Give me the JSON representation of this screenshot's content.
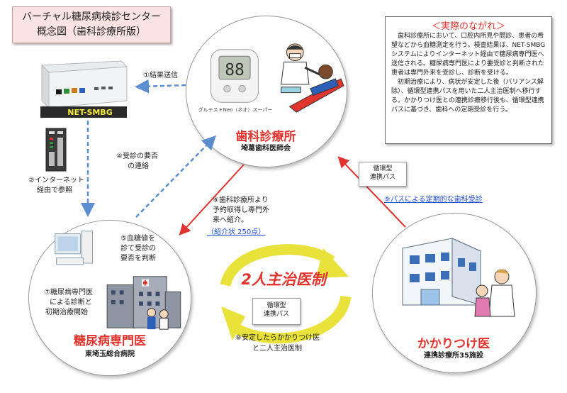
{
  "title": {
    "line1": "バーチャル糖尿病検診センター",
    "line2": "概念図（歯科診療所版）"
  },
  "flow": {
    "heading": "＜実際のながれ＞",
    "para1": "歯科診療所において、口腔内所見や問診、患者の希望などから血糖測定を行う。検査結果は、NET-SMBGシステムによりインターネット経由で糖尿病専門医へ送信される。糖尿病専門医により要受診と判断された患者は専門外来を受診し、診断を受ける。",
    "para2": "初期治療により、病状が安定した後（バリアンス解除）、循環型連携パスを用いた二人主治医制へ移行する。かかりつけ医との連携診療移行後も、循環型連携パスに基づき、歯科への定期受診を行う。"
  },
  "device": {
    "label": "NET-SMBG"
  },
  "dental": {
    "title": "歯科診療所",
    "sub": "埼葛歯科医師会",
    "meter_display": "88",
    "meter_caption": "グルテストNeo（ネオ）スーパー"
  },
  "hospital": {
    "title": "糖尿病専門医",
    "sub": "東埼玉総合病院",
    "step5_l1": "⑤血糖値を",
    "step5_l2": "診て受診の",
    "step5_l3": "要否を判断",
    "step7_l1": "⑦糖尿病専門医",
    "step7_l2": "による診断と",
    "step7_l3": "初期治療開始"
  },
  "clinic": {
    "title": "かかりつけ医",
    "sub": "連携診療所35施設"
  },
  "steps": {
    "s1": "①結果送信",
    "s2_l1": "②インターネット",
    "s2_l2": "経由で参照",
    "s4_l1": "④受診の要否",
    "s4_l2": "の連絡",
    "s6_l1": "⑥歯科診療所より",
    "s6_l2": "予約取得し専門外",
    "s6_l3": "来へ紹介。",
    "s6_link": "（紹介状 250点）",
    "s8_l1": "⑧安定したらかかりつけ医",
    "s8_l2": "と二人主治医制",
    "s9": "⑨パスによる定期的な歯科受診"
  },
  "tags": {
    "path_l1": "循環型",
    "path_l2": "連携パス"
  },
  "center": {
    "label": "2人主治医制"
  },
  "colors": {
    "red": "#e0352f",
    "blue_dashed": "#5a8ed0",
    "yellow": "#e8e23a",
    "link": "#1f4fd6"
  }
}
